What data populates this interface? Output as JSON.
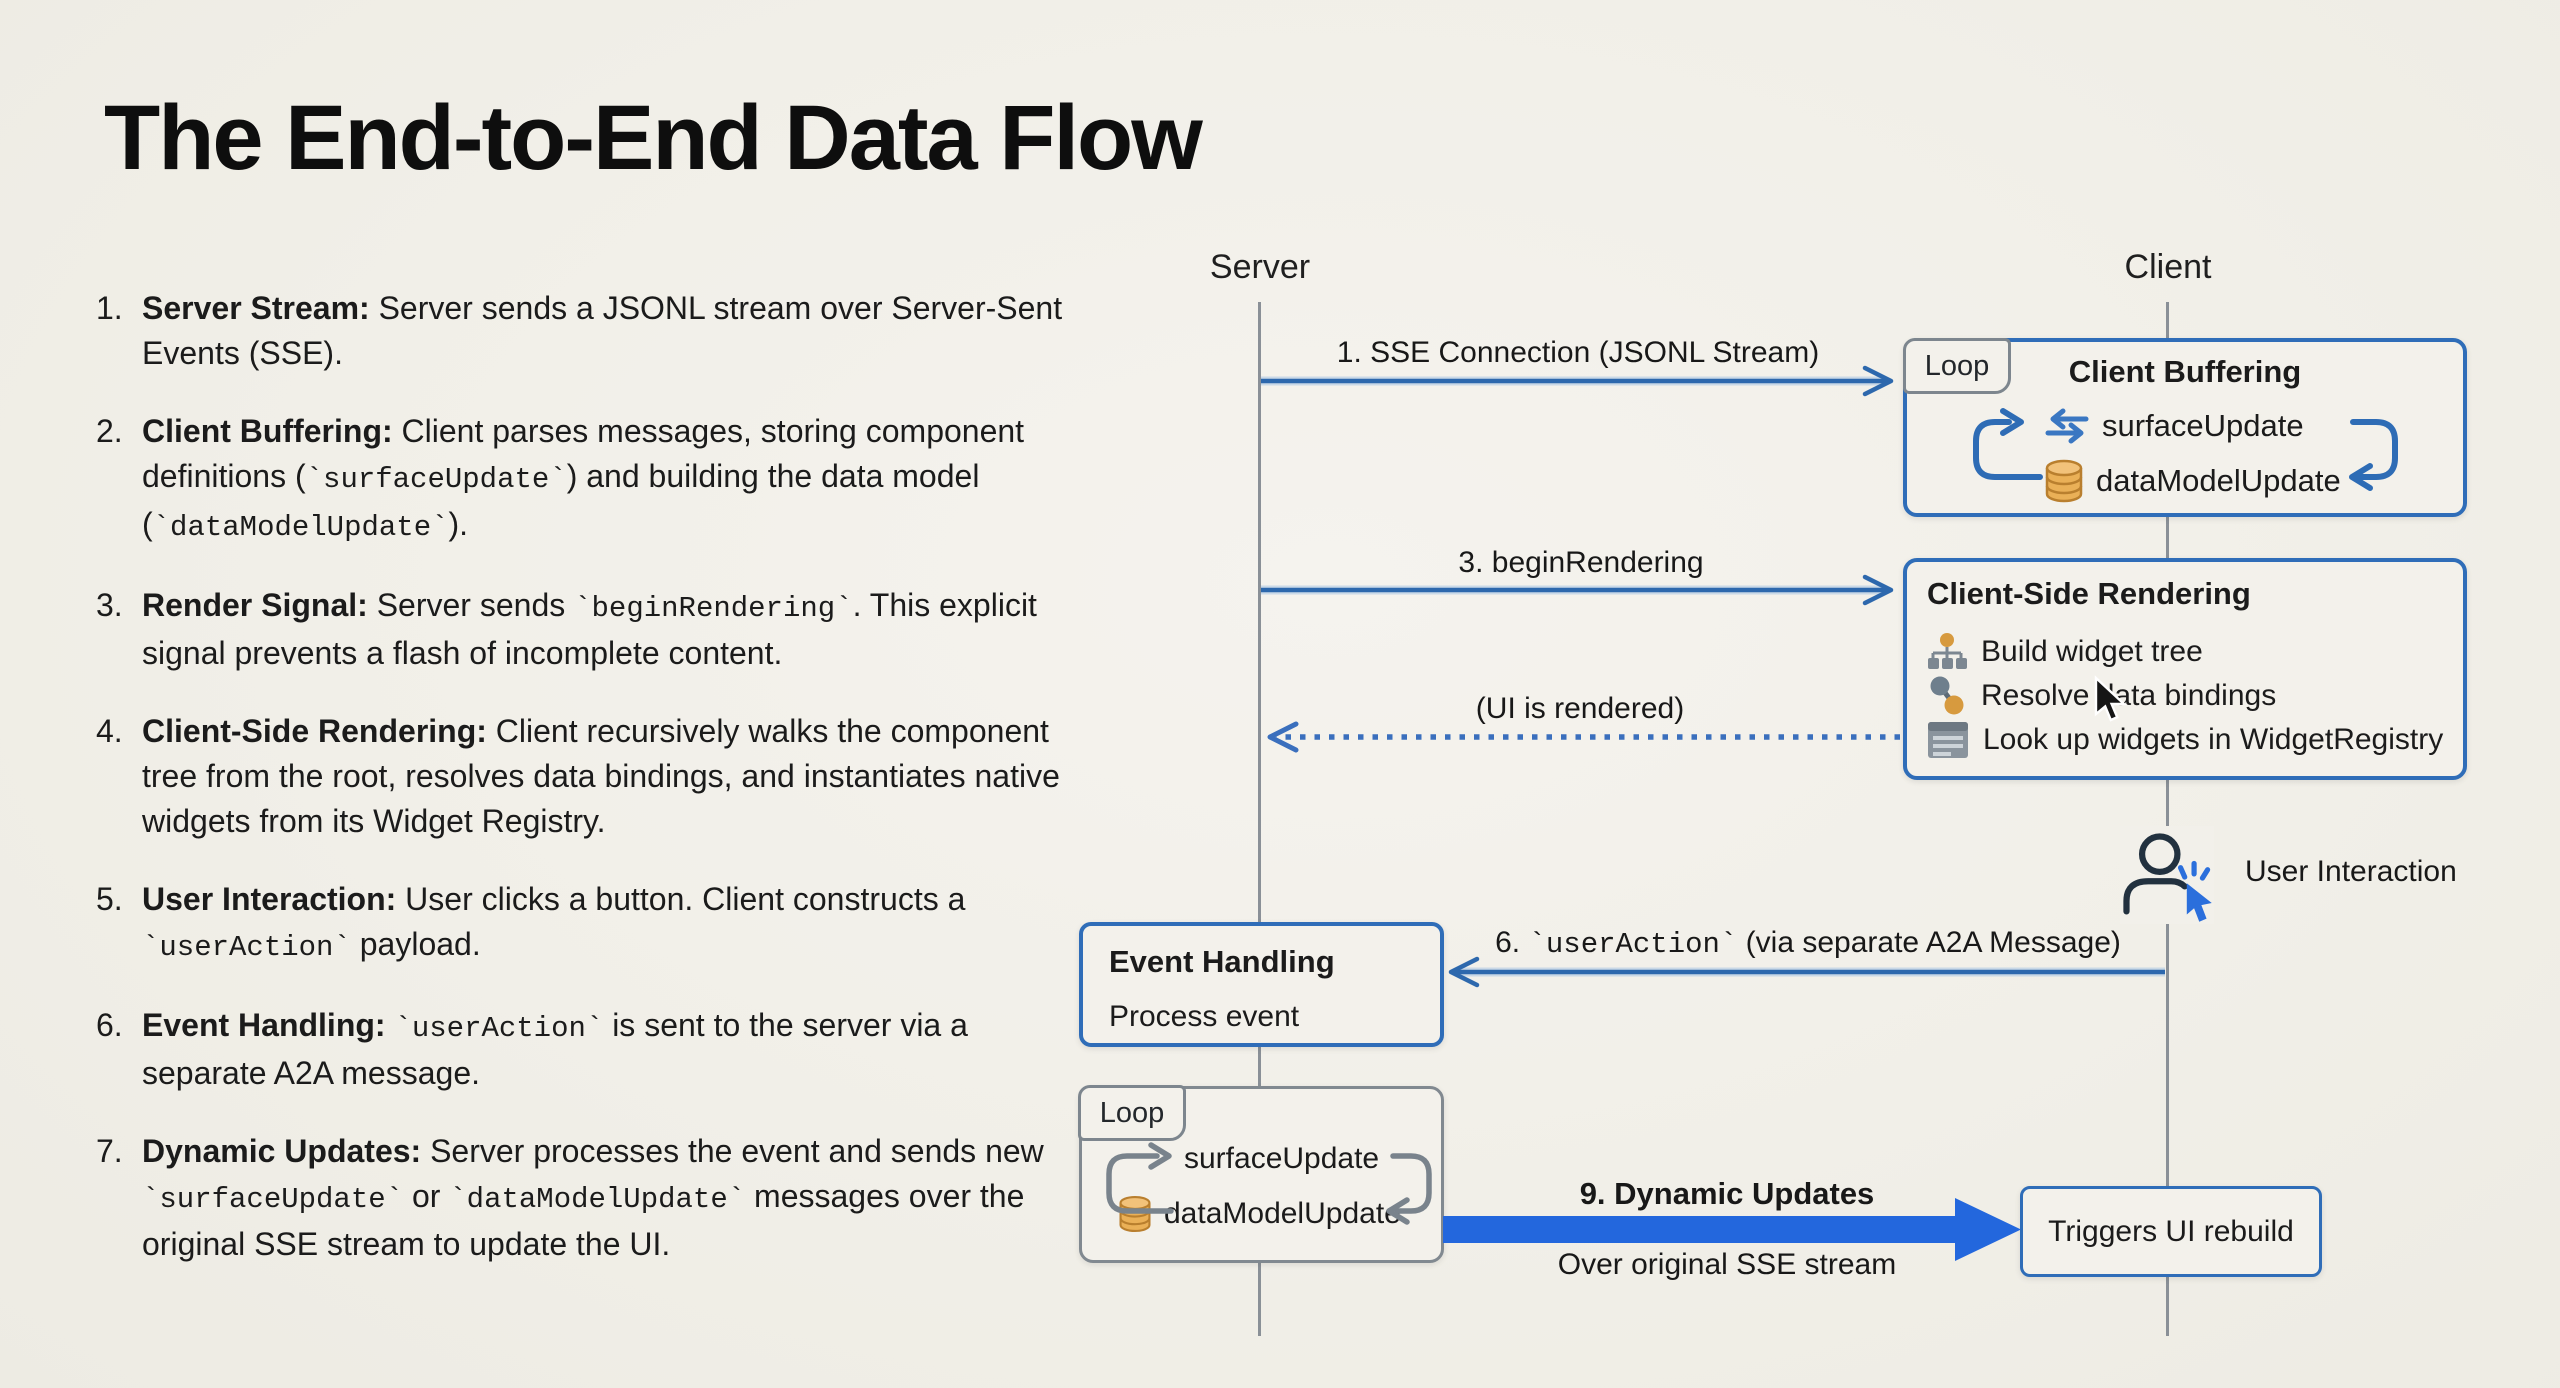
{
  "title": "The End-to-End Data Flow",
  "steps": [
    {
      "num": "1.",
      "lead": "Server Stream:",
      "segments": [
        {
          "t": " Server sends a JSONL stream over Server-Sent Events (SSE)."
        }
      ]
    },
    {
      "num": "2.",
      "lead": "Client Buffering:",
      "segments": [
        {
          "t": " Client parses messages, storing component definitions ("
        },
        {
          "t": "`surfaceUpdate`",
          "code": true
        },
        {
          "t": ") and building the data model ("
        },
        {
          "t": "`dataModelUpdate`",
          "code": true
        },
        {
          "t": ")."
        }
      ]
    },
    {
      "num": "3.",
      "lead": "Render Signal:",
      "segments": [
        {
          "t": " Server sends "
        },
        {
          "t": "`beginRendering`",
          "code": true
        },
        {
          "t": ". This explicit signal prevents a flash of incomplete content."
        }
      ]
    },
    {
      "num": "4.",
      "lead": "Client-Side Rendering:",
      "segments": [
        {
          "t": " Client recursively walks the component tree from the root, resolves data bindings, and instantiates native widgets from its Widget Registry."
        }
      ]
    },
    {
      "num": "5.",
      "lead": "User Interaction:",
      "segments": [
        {
          "t": " User clicks a button. Client constructs a "
        },
        {
          "t": "`userAction`",
          "code": true
        },
        {
          "t": " payload."
        }
      ]
    },
    {
      "num": "6.",
      "lead": "Event Handling:",
      "segments": [
        {
          "t": " "
        },
        {
          "t": "`userAction`",
          "code": true
        },
        {
          "t": " is sent to the server via a separate A2A message."
        }
      ]
    },
    {
      "num": "7.",
      "lead": "Dynamic Updates:",
      "segments": [
        {
          "t": " Server processes the event and sends new "
        },
        {
          "t": "`surfaceUpdate`",
          "code": true
        },
        {
          "t": " or "
        },
        {
          "t": "`dataModelUpdate`",
          "code": true
        },
        {
          "t": " messages over the original SSE stream to update the UI."
        }
      ]
    }
  ],
  "diagram": {
    "server_label": "Server",
    "client_label": "Client",
    "msg1": "1. SSE Connection (JSONL Stream)",
    "msg3": "3. beginRendering",
    "msg_ui": "(UI is rendered)",
    "msg6": {
      "pre": "6. ",
      "code": "`userAction`",
      "post": " (via separate A2A Message)"
    },
    "msg9": {
      "title": "9. Dynamic Updates",
      "subtitle": "Over original SSE stream"
    },
    "client_buffering": {
      "tab": "Loop",
      "title": "Client Buffering",
      "row1": "surfaceUpdate",
      "row2": "dataModelUpdate"
    },
    "client_rendering": {
      "title": "Client-Side Rendering",
      "items": [
        "Build widget tree",
        "Resolve data bindings",
        "Look up widgets in WidgetRegistry"
      ]
    },
    "user_interaction": "User Interaction",
    "event_handling": {
      "title": "Event Handling",
      "body": "Process event"
    },
    "server_loop": {
      "tab": "Loop",
      "row1": "surfaceUpdate",
      "row2": "dataModelUpdate"
    },
    "triggers": "Triggers UI rebuild"
  },
  "colors": {
    "background": "#f1efe8",
    "box_border_blue": "#2f6db8",
    "arrow_blue": "#2d68ad",
    "thick_arrow_blue": "#2367dd",
    "loop_gray": "#818990",
    "database_orange": "#e3a74f",
    "cursor_blue": "#2b6fdc",
    "text": "#1b1b1b"
  }
}
